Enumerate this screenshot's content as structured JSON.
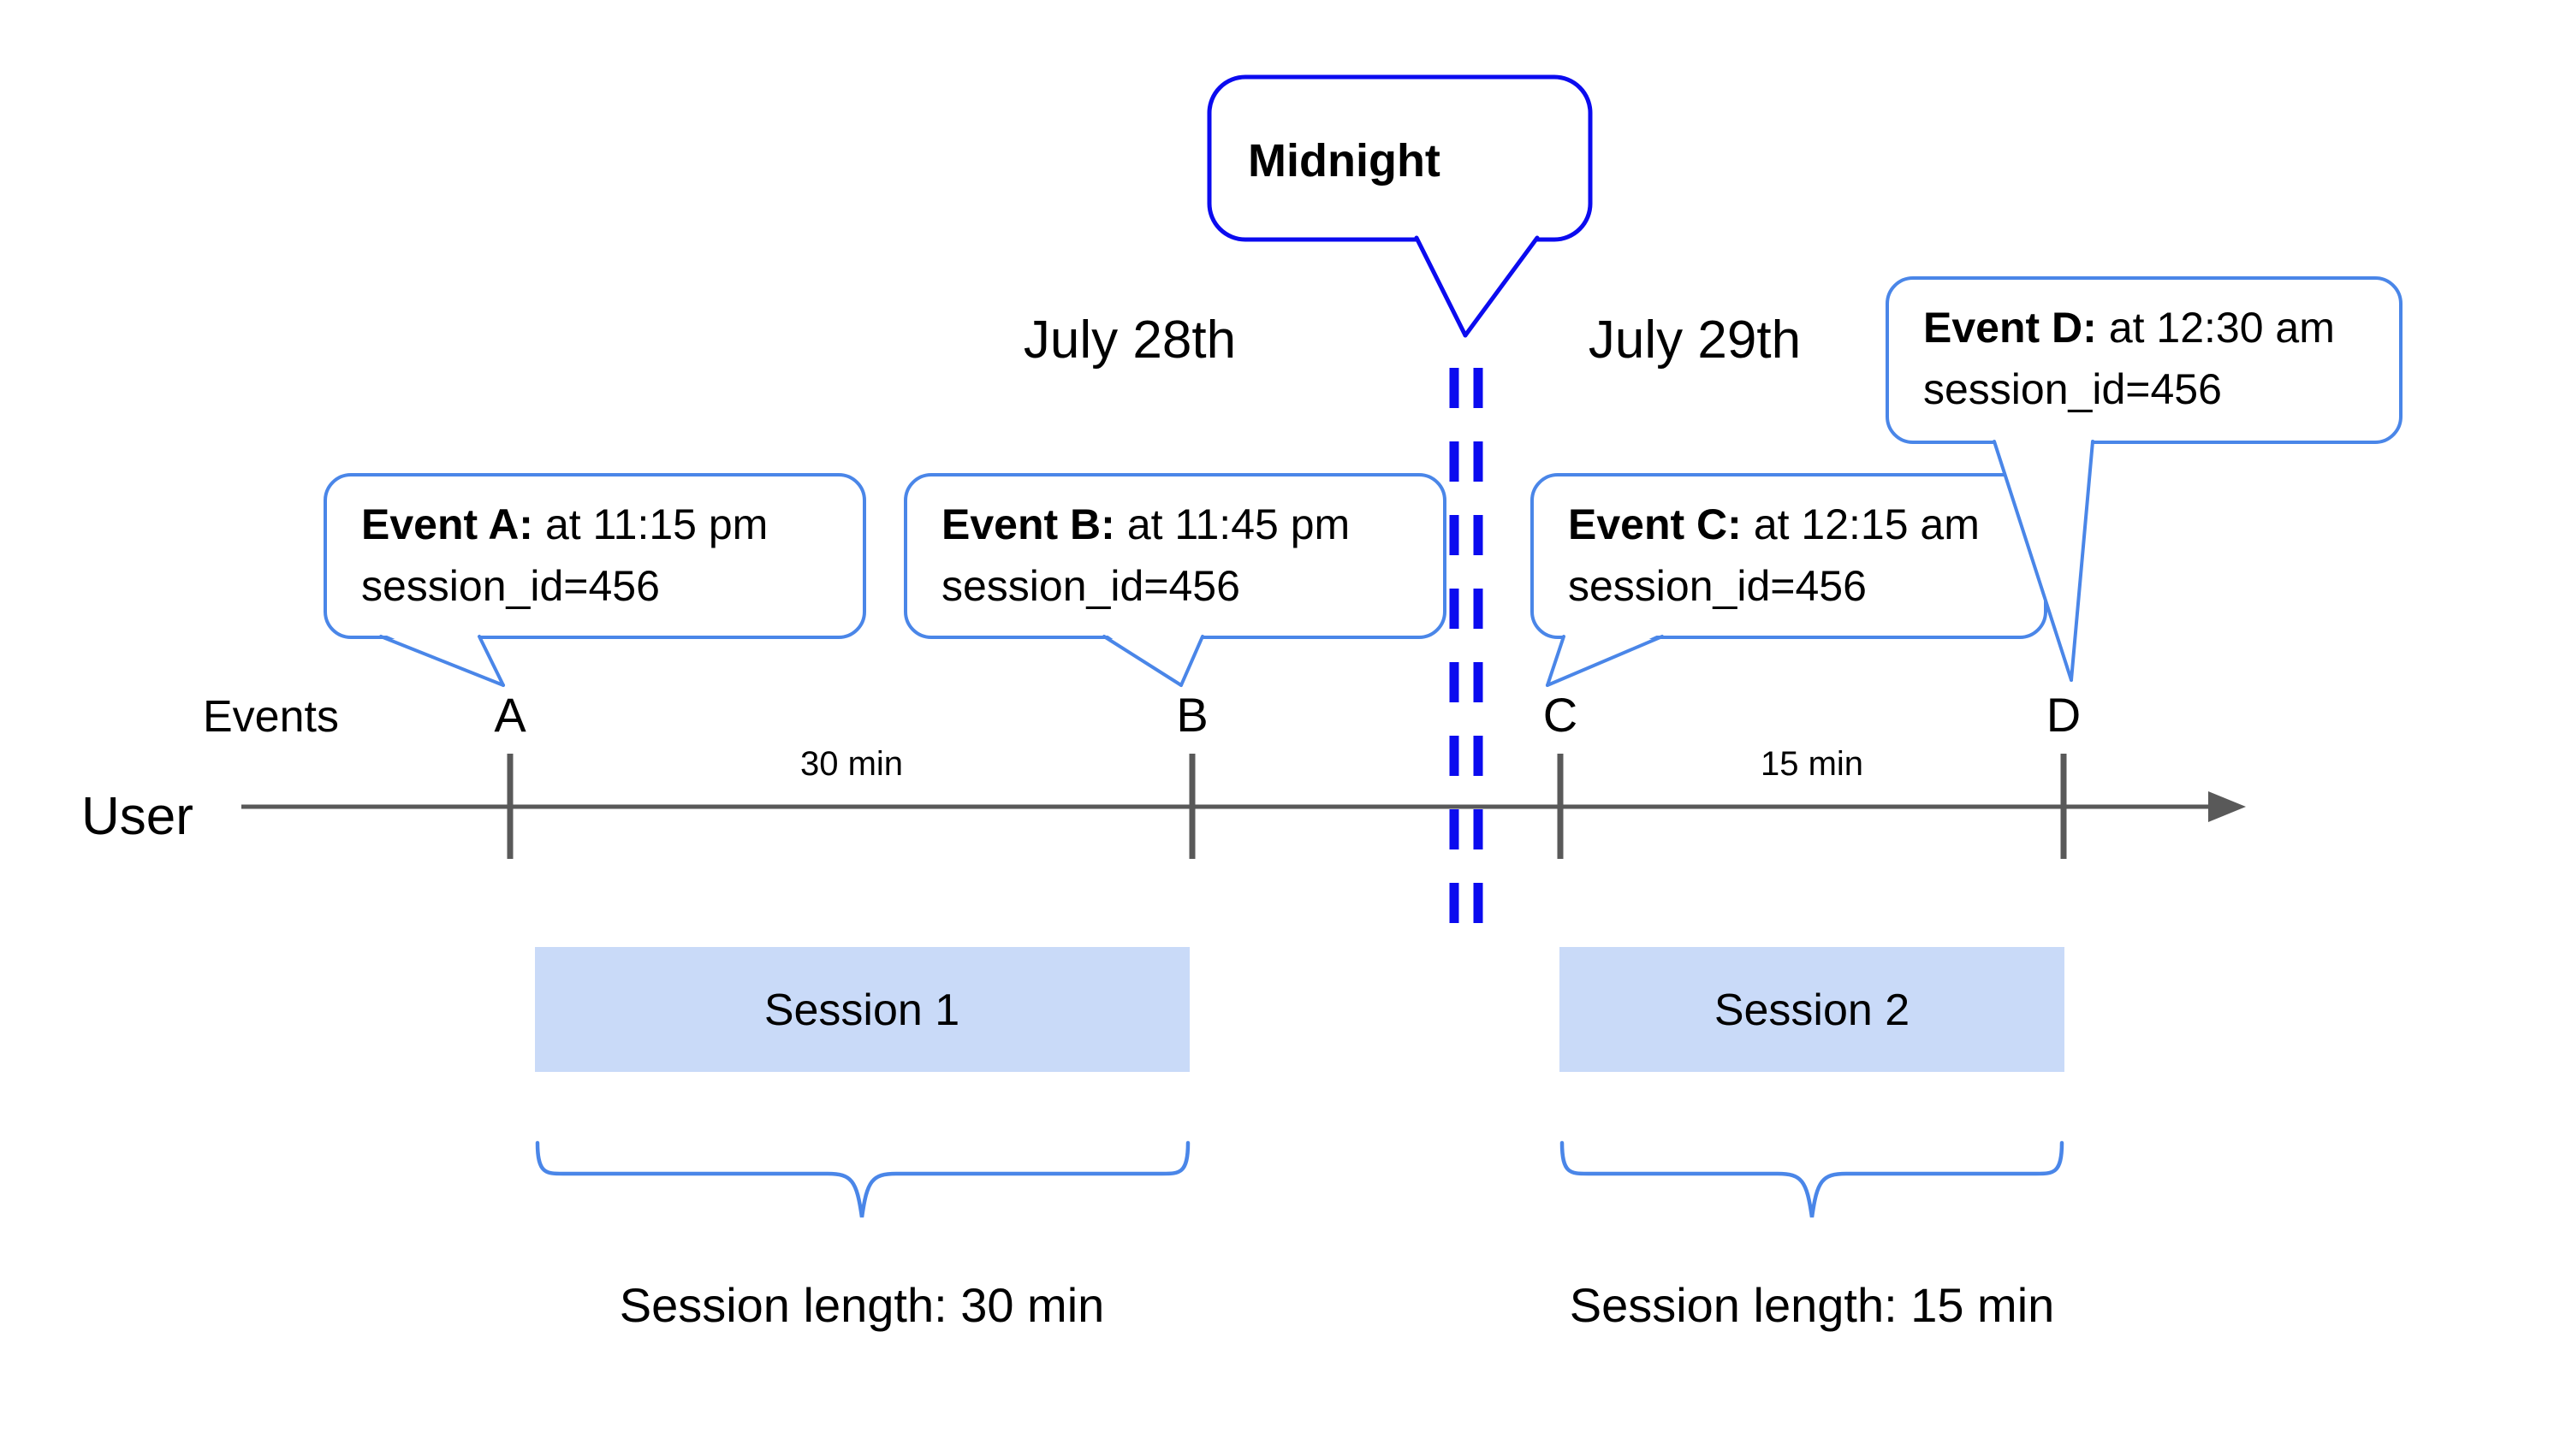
{
  "diagram": {
    "midnight_bubble": {
      "label": "Midnight"
    },
    "dates": {
      "before": "July 28th",
      "after": "July 29th"
    },
    "row_labels": {
      "events": "Events",
      "user": "User"
    },
    "events": [
      {
        "letter": "A",
        "label": "Event A:",
        "time": "at 11:15 pm",
        "session": "session_id=456"
      },
      {
        "letter": "B",
        "label": "Event B:",
        "time": "at 11:45 pm",
        "session": "session_id=456"
      },
      {
        "letter": "C",
        "label": "Event C:",
        "time": "at 12:15 am",
        "session": "session_id=456"
      },
      {
        "letter": "D",
        "label": "Event D:",
        "time": "at 12:30 am",
        "session": "session_id=456"
      }
    ],
    "intervals": [
      {
        "label": "30 min"
      },
      {
        "label": "15 min"
      }
    ],
    "sessions": [
      {
        "name": "Session 1",
        "length": "Session length: 30 min"
      },
      {
        "name": "Session 2",
        "length": "Session length: 15 min"
      }
    ],
    "colors": {
      "event_accent_blue": "#4a86e8",
      "midnight_deep_blue": "#0b0bef",
      "axis_gray": "#595959",
      "session_fill_blue": "#c9daf8",
      "text_black": "#000000",
      "background": "#ffffff"
    }
  }
}
